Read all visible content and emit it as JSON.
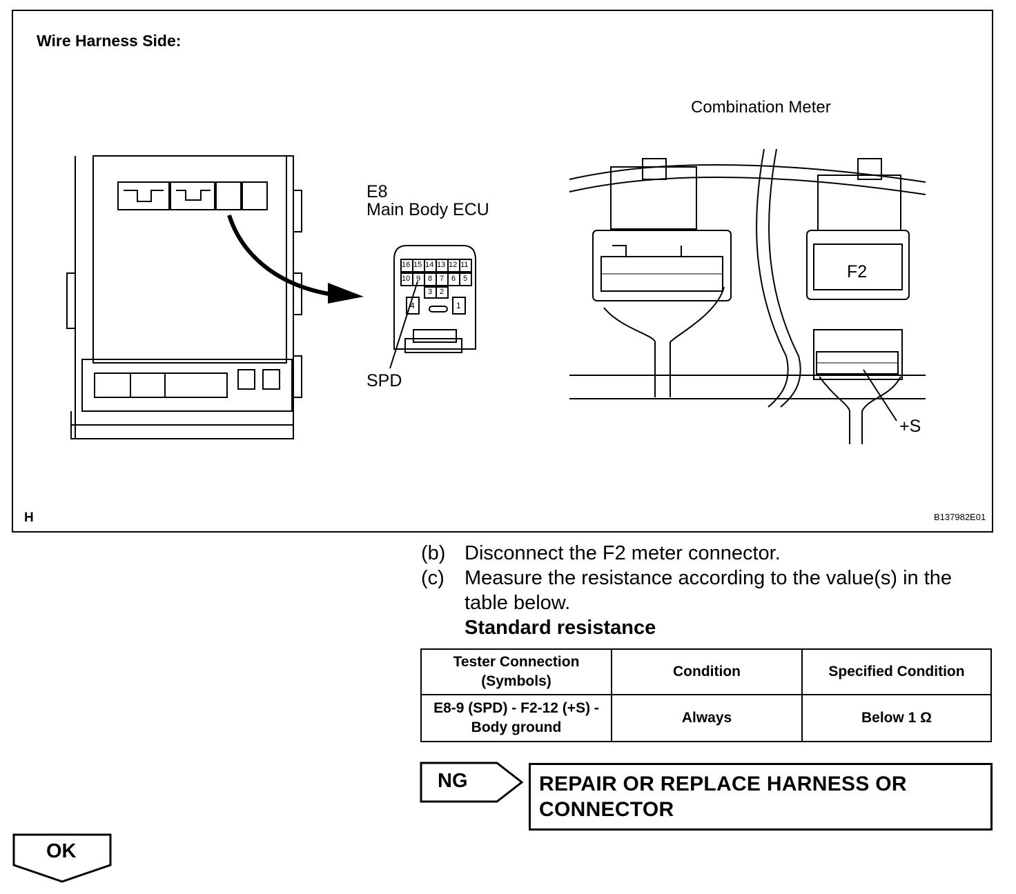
{
  "figure": {
    "heading": "Wire Harness Side:",
    "meter_title": "Combination Meter",
    "ecu_code": "E8",
    "ecu_name": "Main Body ECU",
    "spd_label": "SPD",
    "f2_label": "F2",
    "plus_s_label": "+S",
    "corner_letter": "H",
    "figure_code": "B137982E01",
    "ecu_pins_top": [
      "16",
      "15",
      "14",
      "13",
      "12",
      "11"
    ],
    "ecu_pins_mid": [
      "10",
      "9",
      "8",
      "7",
      "6",
      "5"
    ],
    "ecu_pins_low": [
      "3",
      "2"
    ],
    "ecu_pin_left": "4",
    "ecu_pin_right": "1"
  },
  "steps": [
    {
      "letter": "(b)",
      "text": "Disconnect the F2 meter connector."
    },
    {
      "letter": "(c)",
      "text": "Measure the resistance according to the value(s) in the",
      "text2": "table below."
    }
  ],
  "standard_title": "Standard resistance",
  "table": {
    "headers": [
      "Tester Connection",
      "(Symbols)",
      "Condition",
      "Specified Condition"
    ],
    "row": {
      "connection_line1": "E8-9 (SPD) - F2-12 (+S) -",
      "connection_line2": "Body ground",
      "condition": "Always",
      "specified": "Below 1 Ω"
    }
  },
  "ng": {
    "label": "NG",
    "action_line1": "REPAIR OR REPLACE HARNESS OR",
    "action_line2": "CONNECTOR"
  },
  "ok": {
    "label": "OK"
  }
}
